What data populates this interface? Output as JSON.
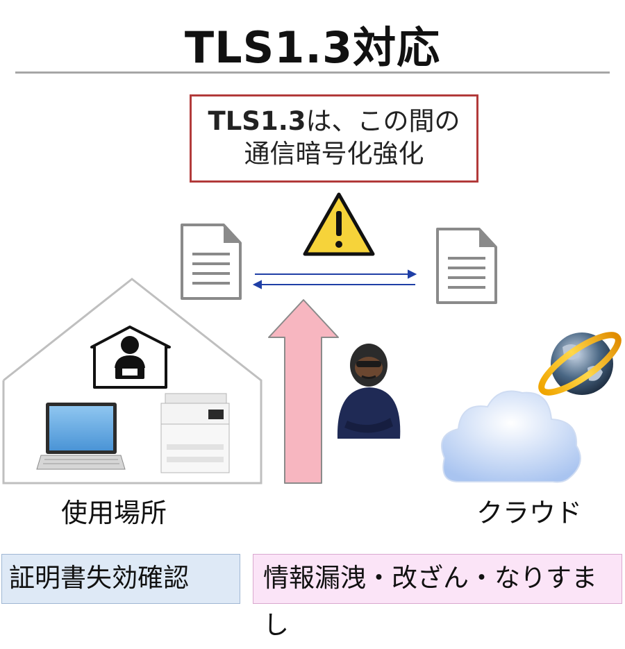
{
  "title": "TLS1.3対応",
  "callout": {
    "line1_bold": "TLS1.3",
    "line1_rest": "は、この間の",
    "line2": "通信暗号化強化"
  },
  "labels": {
    "place": "使用場所",
    "cloud": "クラウド"
  },
  "tags": {
    "certificate": "証明書失効確認",
    "risks": "情報漏洩・改ざん・なりすまし"
  },
  "icons": {
    "warning": "warning-triangle-icon",
    "document": "document-icon",
    "globe": "globe-icon",
    "cloud": "cloud-icon",
    "laptop": "laptop-icon",
    "printer": "printer-icon",
    "user": "user-icon",
    "attacker": "attacker-icon"
  },
  "colors": {
    "callout_border": "#b23a3a",
    "exchange_arrow": "#1f3fa6",
    "attack_arrow": "#f7b6c0",
    "cert_tag_bg": "#dee9f6",
    "risk_tag_bg": "#fbe4f7",
    "warning_fill": "#f6d33a"
  }
}
